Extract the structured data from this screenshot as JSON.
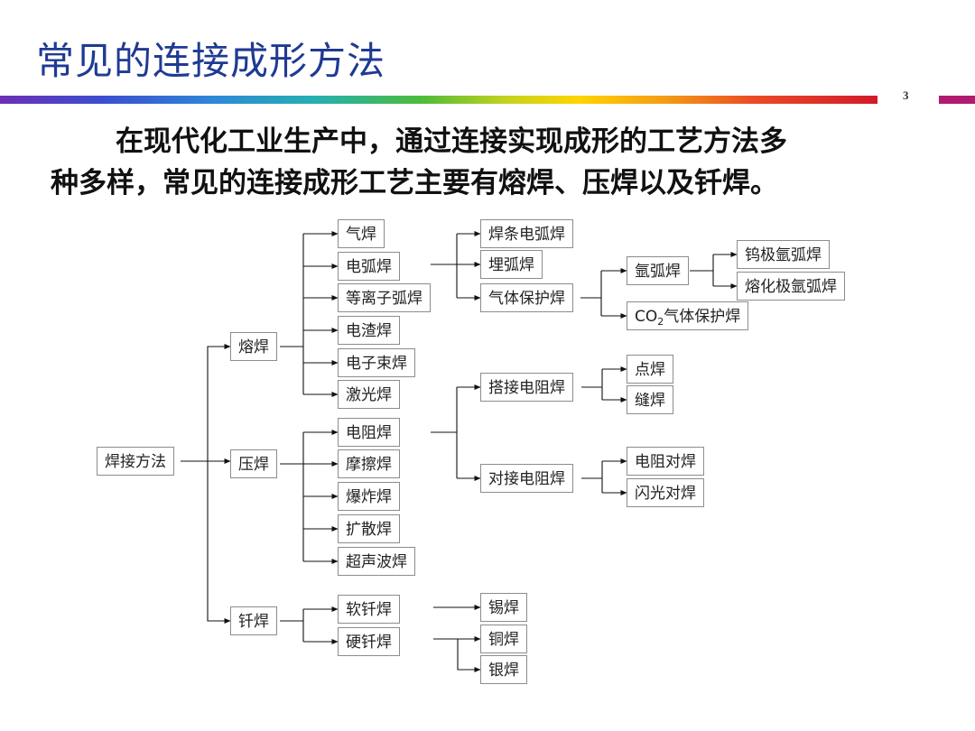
{
  "slide": {
    "title": "常见的连接成形方法",
    "page_number": "3",
    "intro_line1": "在现代化工业生产中，通过连接实现成形的工艺方法多",
    "intro_line2": "种多样，常见的连接成形工艺主要有熔焊、压焊以及钎焊。"
  },
  "colors": {
    "title": "#1f3a93",
    "node_border": "#8c8c8c",
    "connector": "#111111",
    "end_bar": "#b01a6f"
  },
  "diagram": {
    "root": "焊接方法",
    "categories": {
      "fusion": "熔焊",
      "pressure": "压焊",
      "brazing": "钎焊"
    },
    "fusion_methods": [
      "气焊",
      "电弧焊",
      "等离子弧焊",
      "电渣焊",
      "电子束焊",
      "激光焊"
    ],
    "pressure_methods": [
      "电阻焊",
      "摩擦焊",
      "爆炸焊",
      "扩散焊",
      "超声波焊"
    ],
    "brazing_methods": [
      "软钎焊",
      "硬钎焊"
    ],
    "arc_methods": [
      "焊条电弧焊",
      "埋弧焊",
      "气体保护焊"
    ],
    "gas_shielded": {
      "argon": "氩弧焊",
      "co2_prefix": "CO",
      "co2_subscript": "2",
      "co2_suffix": "气体保护焊"
    },
    "argon_methods": [
      "钨极氩弧焊",
      "熔化极氩弧焊"
    ],
    "resistance_types": [
      "搭接电阻焊",
      "对接电阻焊"
    ],
    "lap_methods": [
      "点焊",
      "缝焊"
    ],
    "butt_methods": [
      "电阻对焊",
      "闪光对焊"
    ],
    "braze_materials": [
      "锡焊",
      "铜焊",
      "银焊"
    ]
  }
}
